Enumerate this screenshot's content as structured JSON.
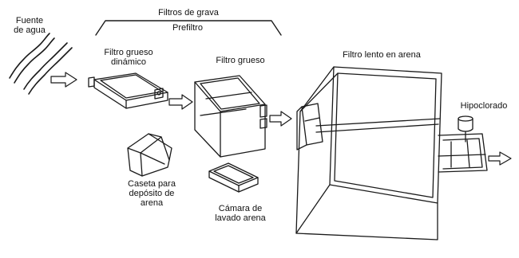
{
  "labels": {
    "water_source": [
      "Fuente",
      "de agua"
    ],
    "gravel_filters": "Filtros de grava",
    "prefilter": "Prefiltro",
    "dynamic_coarse_filter": [
      "Filtro grueso",
      "dinámico"
    ],
    "coarse_filter": "Filtro grueso",
    "slow_sand_filter": "Filtro lento en arena",
    "hypochlorinator": "Hipoclorado",
    "sand_storage_shed": [
      "Caseta para",
      "depósito de",
      "arena"
    ],
    "sand_washing_chamber": [
      "Cámara de",
      "lavado arena"
    ]
  },
  "icons": [
    "water-waves-icon",
    "flow-arrow-icon",
    "shed-icon",
    "washing-chamber-icon",
    "hypochlorinator-tank-icon"
  ]
}
